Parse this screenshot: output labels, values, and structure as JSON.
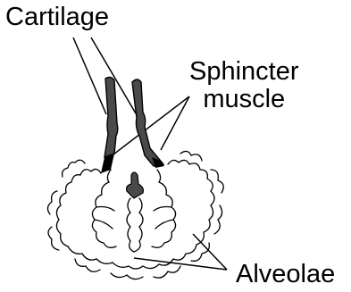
{
  "labels": {
    "cartilage": "Cartilage",
    "sphincter_line1": "Sphincter",
    "sphincter_line2": "muscle",
    "alveolae": "Alveolae"
  },
  "colors": {
    "ink": "#000000",
    "tissue": "#4a4a4a",
    "background": "#ffffff"
  }
}
